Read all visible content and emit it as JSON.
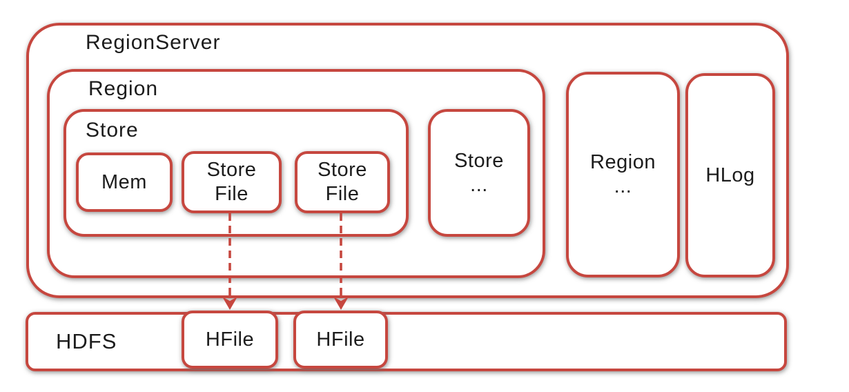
{
  "colors": {
    "accent": "#c6473f",
    "ink": "#1c1c1c",
    "shadow": "rgba(110,110,110,0.75)"
  },
  "nodes": {
    "region_server": {
      "label": "RegionServer"
    },
    "region": {
      "label": "Region"
    },
    "store": {
      "label": "Store"
    },
    "mem": {
      "label": "Mem"
    },
    "store_file_1": {
      "line1": "Store",
      "line2": "File"
    },
    "store_file_2": {
      "line1": "Store",
      "line2": "File"
    },
    "store_more": {
      "line1": "Store",
      "line2": "..."
    },
    "region_more": {
      "line1": "Region",
      "line2": "..."
    },
    "hlog": {
      "label": "HLog"
    },
    "hdfs": {
      "label": "HDFS"
    },
    "hfile_1": {
      "label": "HFile"
    },
    "hfile_2": {
      "label": "HFile"
    }
  },
  "edges": [
    {
      "from": "store_file_1",
      "to": "hfile_1",
      "style": "dashed-arrow"
    },
    {
      "from": "store_file_2",
      "to": "hfile_2",
      "style": "dashed-arrow"
    }
  ]
}
